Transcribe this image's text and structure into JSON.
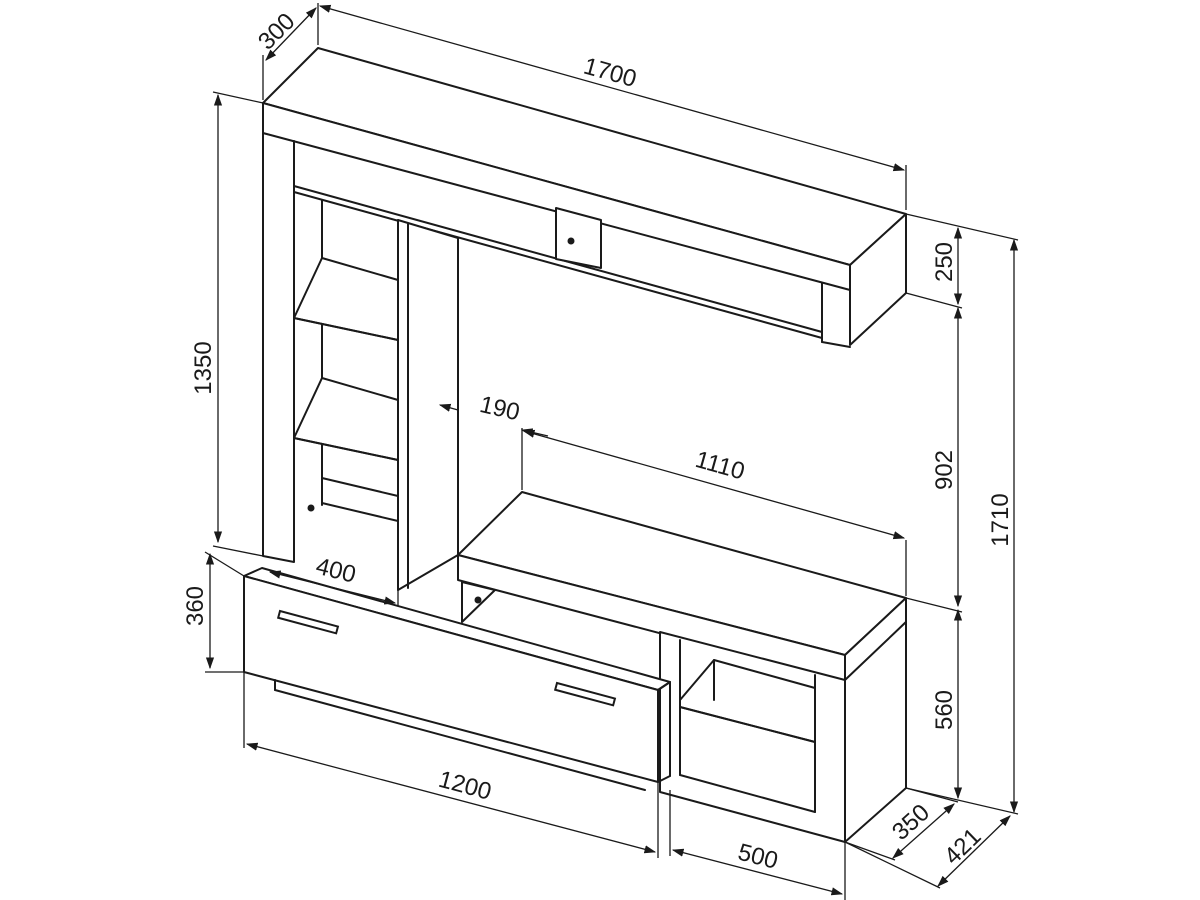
{
  "dimensions": {
    "top_depth": "300",
    "total_width": "1700",
    "side_height": "1350",
    "top_box_height": "250",
    "middle_height": "902",
    "total_height": "1710",
    "shelf_offset": "190",
    "shelf_width": "1110",
    "column_width": "400",
    "drawer_height": "360",
    "lower_height": "560",
    "drawer_width": "1200",
    "cabinet_width": "500",
    "cabinet_depth": "350",
    "total_depth": "421"
  },
  "colors": {
    "line": "#1a1a1a",
    "background": "#ffffff"
  }
}
